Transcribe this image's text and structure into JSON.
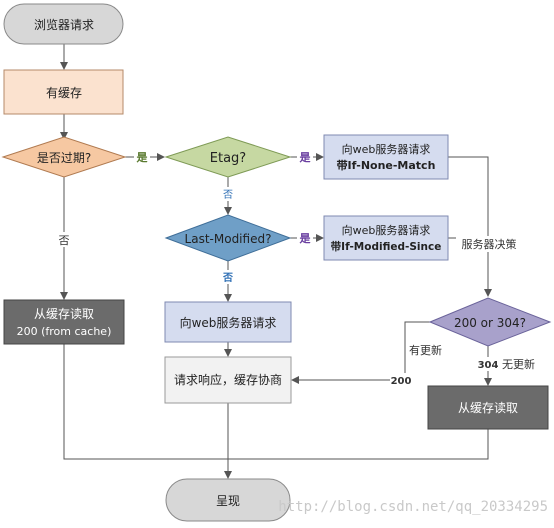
{
  "nodes": {
    "browser_request": "浏览器请求",
    "has_cache": "有缓存",
    "is_expired": "是否过期?",
    "etag": "Etag?",
    "request_if_none_match": {
      "line1": "向web服务器请求",
      "line2": "带If-None-Match"
    },
    "last_modified": "Last-Modified?",
    "request_if_modified_since": {
      "line1": "向web服务器请求",
      "line2": "带If-Modified-Since"
    },
    "read_from_cache": {
      "line1": "从缓存读取",
      "line2": "200 (from cache)"
    },
    "request_server": "向web服务器请求",
    "status_decision": "200 or 304?",
    "response_negotiate": "请求响应，缓存协商",
    "read_cache_304": "从缓存读取",
    "render": "呈现"
  },
  "edge_labels": {
    "expired_yes": "是",
    "expired_no": "否",
    "etag_yes": "是",
    "etag_no": "否",
    "lastmod_yes": "是",
    "lastmod_no": "否",
    "server_decides": "服务器决策",
    "updated": "有更新",
    "code_200": "200",
    "code_304": "304",
    "not_updated": "无更新"
  },
  "watermark": "http://blog.csdn.net/qq_20334295",
  "colors": {
    "start_end_fill": "#d7d7d7",
    "cache_box_fill": "#fbe2cf",
    "expired_diamond_fill": "#f6c8a2",
    "etag_diamond_fill": "#c6d8a2",
    "request_box_fill": "#d5dcef",
    "lastmod_diamond_fill": "#6f9fc7",
    "status_diamond_fill": "#a8a1cb",
    "dark_box_fill": "#6b6b6b",
    "plain_box_fill": "#f2f2f2",
    "line": "#555555",
    "yes_label": "#6a3fa0",
    "no_label": "#2f6fb5"
  }
}
